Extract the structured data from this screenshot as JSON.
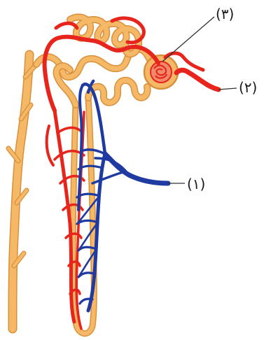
{
  "labels": {
    "label_1": "(۱)",
    "label_2": "(۲)",
    "label_3": "(۳)"
  },
  "colors": {
    "artery_red": "#e8251c",
    "vein_blue": "#1f3aa0",
    "tubule_orange": "#f5b867",
    "tubule_outline": "#d9903a",
    "leader_line": "#333333"
  }
}
